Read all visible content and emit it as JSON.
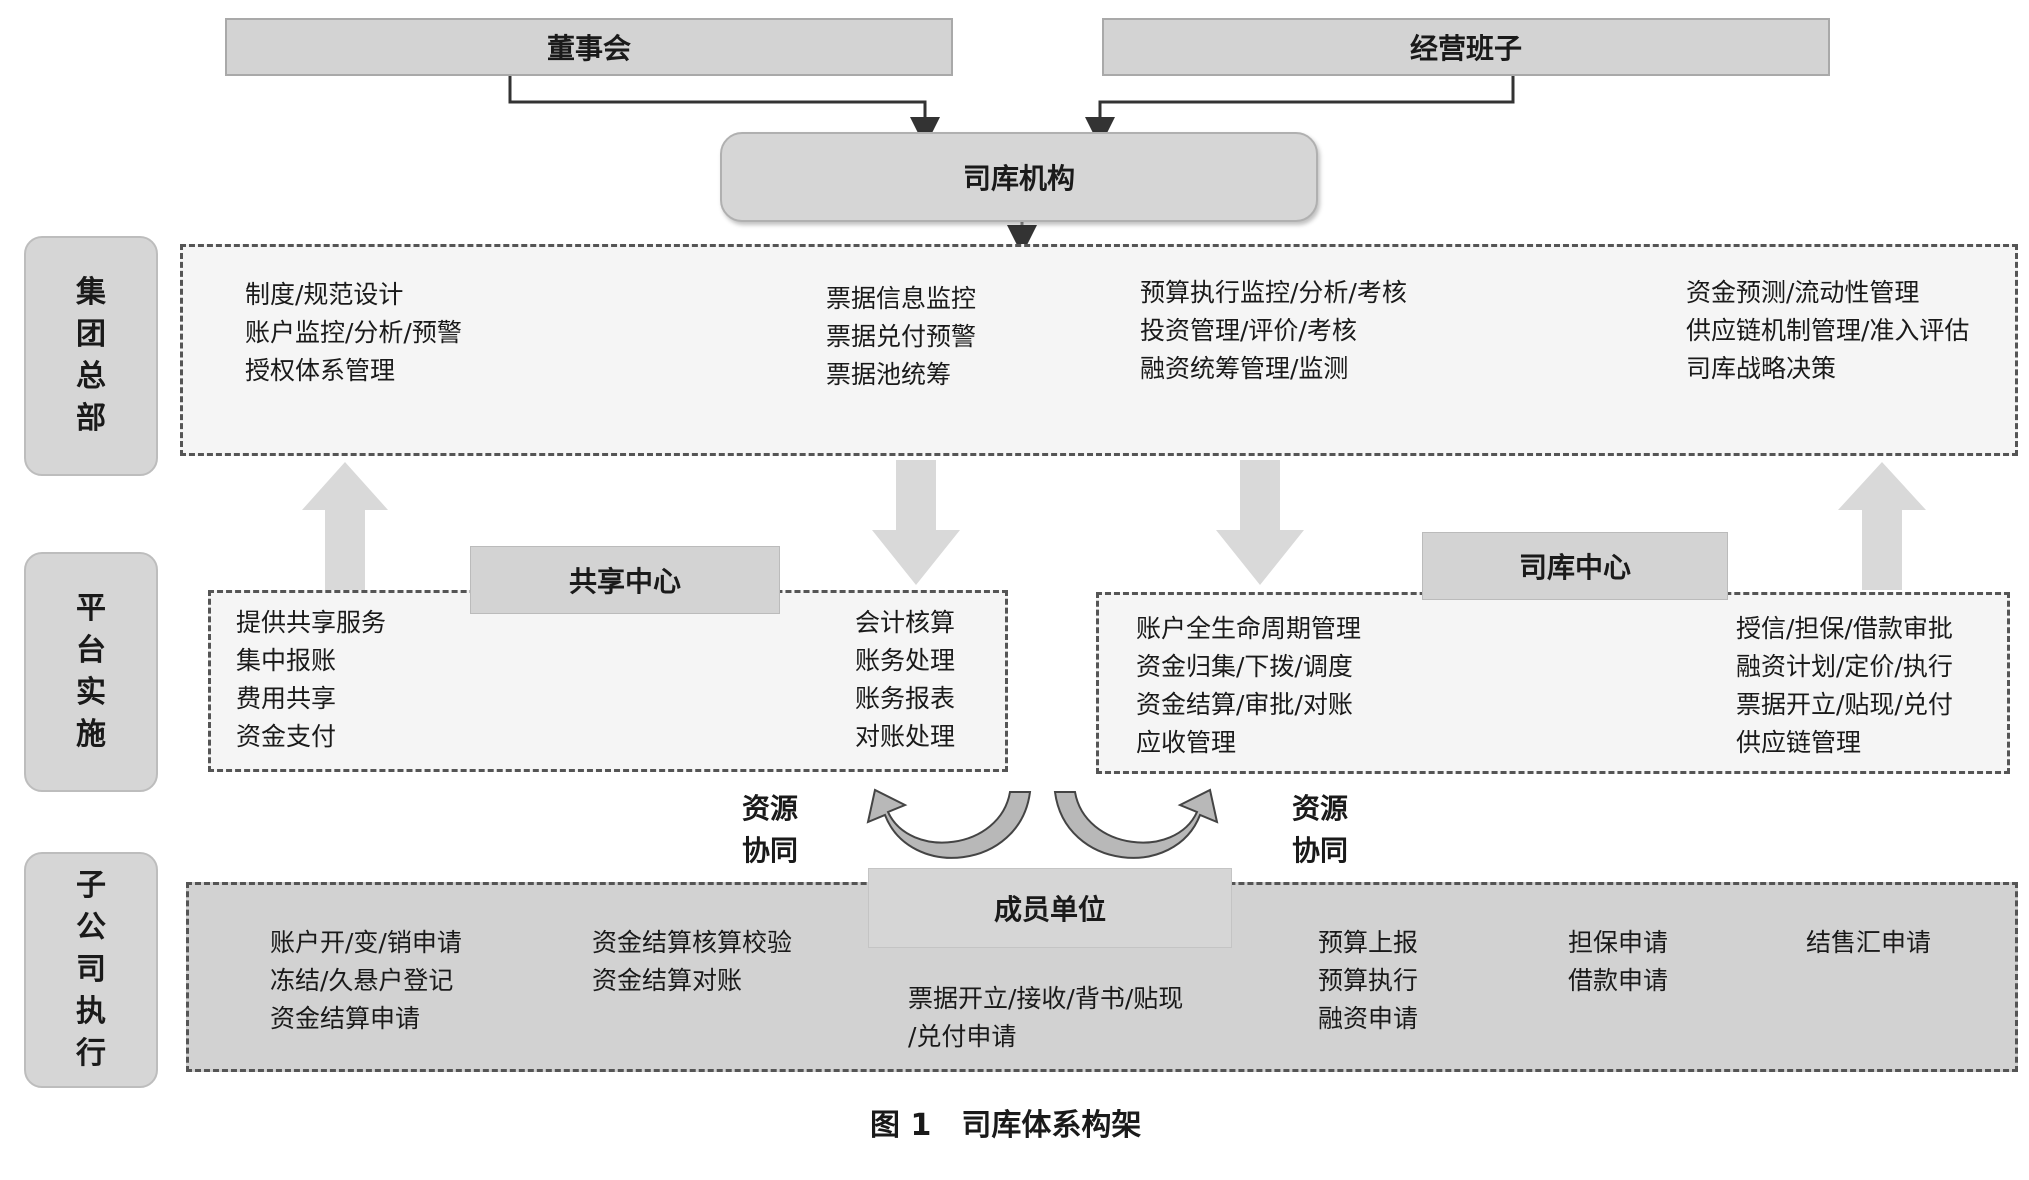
{
  "top": {
    "board": "董事会",
    "management": "经营班子"
  },
  "center": "司库机构",
  "tiers": {
    "group_hq": "集团总部",
    "platform": "平台实施",
    "subsidiary": "子公司执行"
  },
  "hq": {
    "col1": [
      "制度/规范设计",
      "账户监控/分析/预警",
      "授权体系管理"
    ],
    "col2": [
      "票据信息监控",
      "票据兑付预警",
      "票据池统筹"
    ],
    "col3": [
      "预算执行监控/分析/考核",
      "投资管理/评价/考核",
      "融资统筹管理/监测"
    ],
    "col4": [
      "资金预测/流动性管理",
      "供应链机制管理/准入评估",
      "司库战略决策"
    ]
  },
  "shared_center": {
    "title": "共享中心",
    "left": [
      "提供共享服务",
      "集中报账",
      "费用共享",
      "资金支付"
    ],
    "right": [
      "会计核算",
      "账务处理",
      "账务报表",
      "对账处理"
    ]
  },
  "treasury_center": {
    "title": "司库中心",
    "left": [
      "账户全生命周期管理",
      "资金归集/下拨/调度",
      "资金结算/审批/对账",
      "应收管理"
    ],
    "right": [
      "授信/担保/借款审批",
      "融资计划/定价/执行",
      "票据开立/贴现/兑付",
      "供应链管理"
    ]
  },
  "resource_label": [
    "资源",
    "协同"
  ],
  "members": {
    "title": "成员单位",
    "col1": [
      "账户开/变/销申请",
      "冻结/久悬户登记",
      "资金结算申请"
    ],
    "col2": [
      "资金结算核算校验",
      "资金结算对账"
    ],
    "col3": [
      "票据开立/接收/背书/贴现",
      "/兑付申请"
    ],
    "col4": [
      "预算上报",
      "预算执行",
      "融资申请"
    ],
    "col5": [
      "担保申请",
      "借款申请"
    ],
    "col6": [
      "结售汇申请"
    ]
  },
  "caption": "图 1　司库体系构架"
}
